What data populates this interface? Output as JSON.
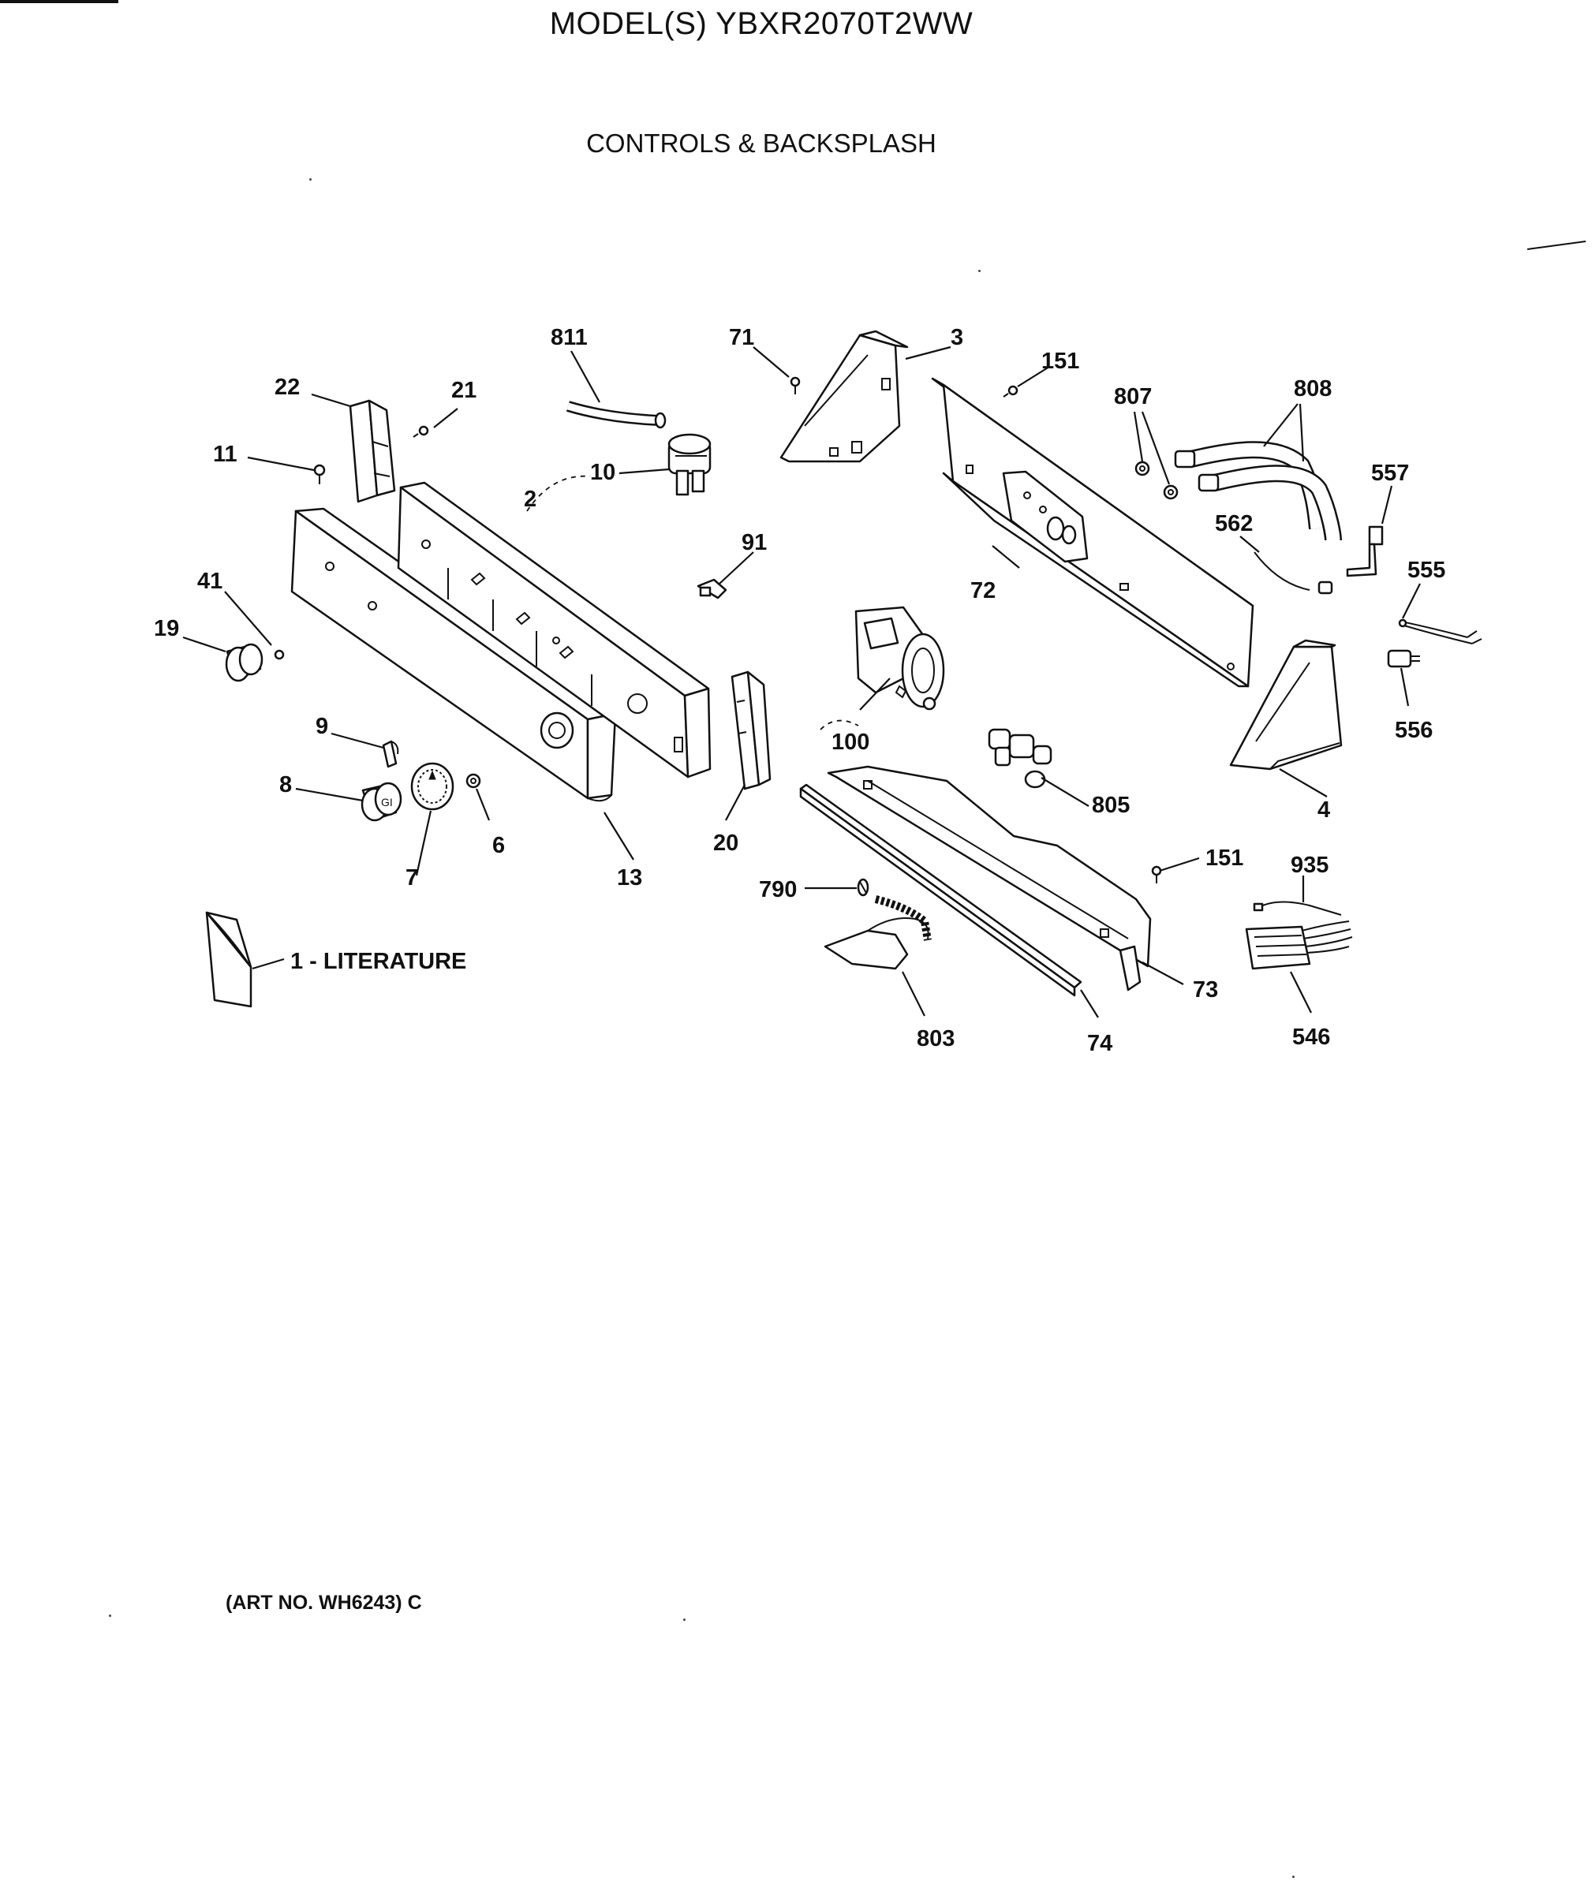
{
  "header": {
    "model_title": "MODEL(S) YBXR2070T2WW",
    "section_title": "CONTROLS & BACKSPLASH"
  },
  "callouts": {
    "c811": "811",
    "c71": "71",
    "c3": "3",
    "c151a": "151",
    "c807": "807",
    "c808": "808",
    "c22": "22",
    "c21": "21",
    "c11": "11",
    "c10": "10",
    "c2": "2",
    "c91": "91",
    "c557": "557",
    "c562": "562",
    "c555": "555",
    "c72": "72",
    "c41": "41",
    "c19": "19",
    "c556": "556",
    "c9": "9",
    "c100": "100",
    "c4": "4",
    "c8": "8",
    "c6": "6",
    "c7": "7",
    "c13": "13",
    "c20": "20",
    "c805": "805",
    "c151b": "151",
    "c935": "935",
    "c790": "790",
    "c1": "1 - LITERATURE",
    "c73": "73",
    "c803": "803",
    "c74": "74",
    "c546": "546"
  },
  "footer": {
    "art_no": "(ART NO. WH6243) C"
  }
}
